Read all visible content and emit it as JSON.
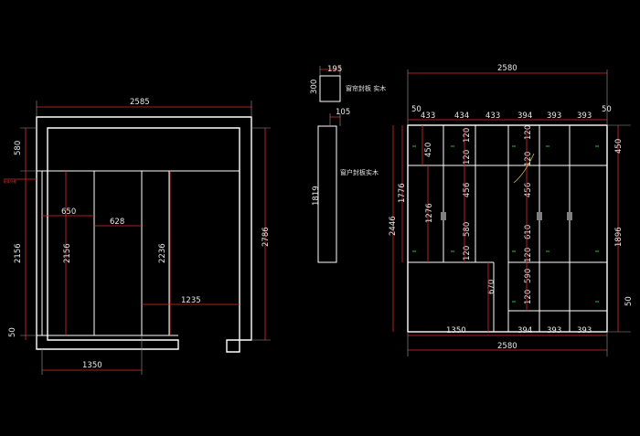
{
  "colors": {
    "background": "#000000",
    "outline": "#ffffff",
    "dimension_line": "#e02828",
    "extension_line": "#9a9a9a",
    "marker": "#22c040",
    "text": "#e8e8e8"
  },
  "left_view": {
    "dims": {
      "overall_width": "2585",
      "top_height": "580",
      "body_height": "2156",
      "inner_height": "2156",
      "base_height": "50",
      "right_height": "2786",
      "inner_width_a": "650",
      "inner_width_b": "628",
      "right_col_height": "2236",
      "right_col_width": "1235",
      "bottom_width": "1350"
    },
    "side_note": "柜体外框"
  },
  "middle_view": {
    "top_box": {
      "width": "195",
      "height": "300",
      "label": "窗帘封板 实木"
    },
    "strip": {
      "width": "105",
      "height": "1819",
      "label": "窗户封板实木"
    }
  },
  "right_view": {
    "dims": {
      "overall_width_top": "2580",
      "overall_width_bottom": "2580",
      "left_gap": "50",
      "right_gap": "50",
      "right_gap_bottom": "50",
      "col_widths": [
        "433",
        "434",
        "433",
        "394",
        "393",
        "393"
      ],
      "total_height": "2446",
      "left_height": "1776",
      "top_cabinet_height": "450",
      "door_height": "1276",
      "right_top_height": "450",
      "right_body_height": "1896",
      "mid_120_a": "120",
      "mid_120_b": "120",
      "mid_120_c": "120",
      "mid_120_d": "120",
      "mid_120_e": "120",
      "mid_120_f": "120",
      "mid_120_g": "120",
      "shelf_456_a": "456",
      "shelf_456_b": "456",
      "shelf_580": "580",
      "shelf_610": "610",
      "shelf_590": "590",
      "low_670": "670",
      "bottom_1350": "1350",
      "bottom_394": "394",
      "bottom_393_a": "393",
      "bottom_393_b": "393"
    }
  }
}
